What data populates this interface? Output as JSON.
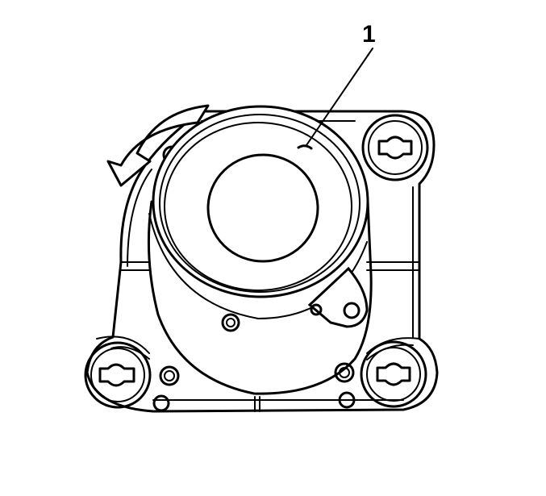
{
  "diagram": {
    "callouts": [
      {
        "id": "callout-1",
        "label": "1"
      }
    ],
    "colors": {
      "line": "#000000",
      "background": "#ffffff"
    },
    "rotation_arrow": {
      "direction": "counter-clockwise"
    }
  }
}
